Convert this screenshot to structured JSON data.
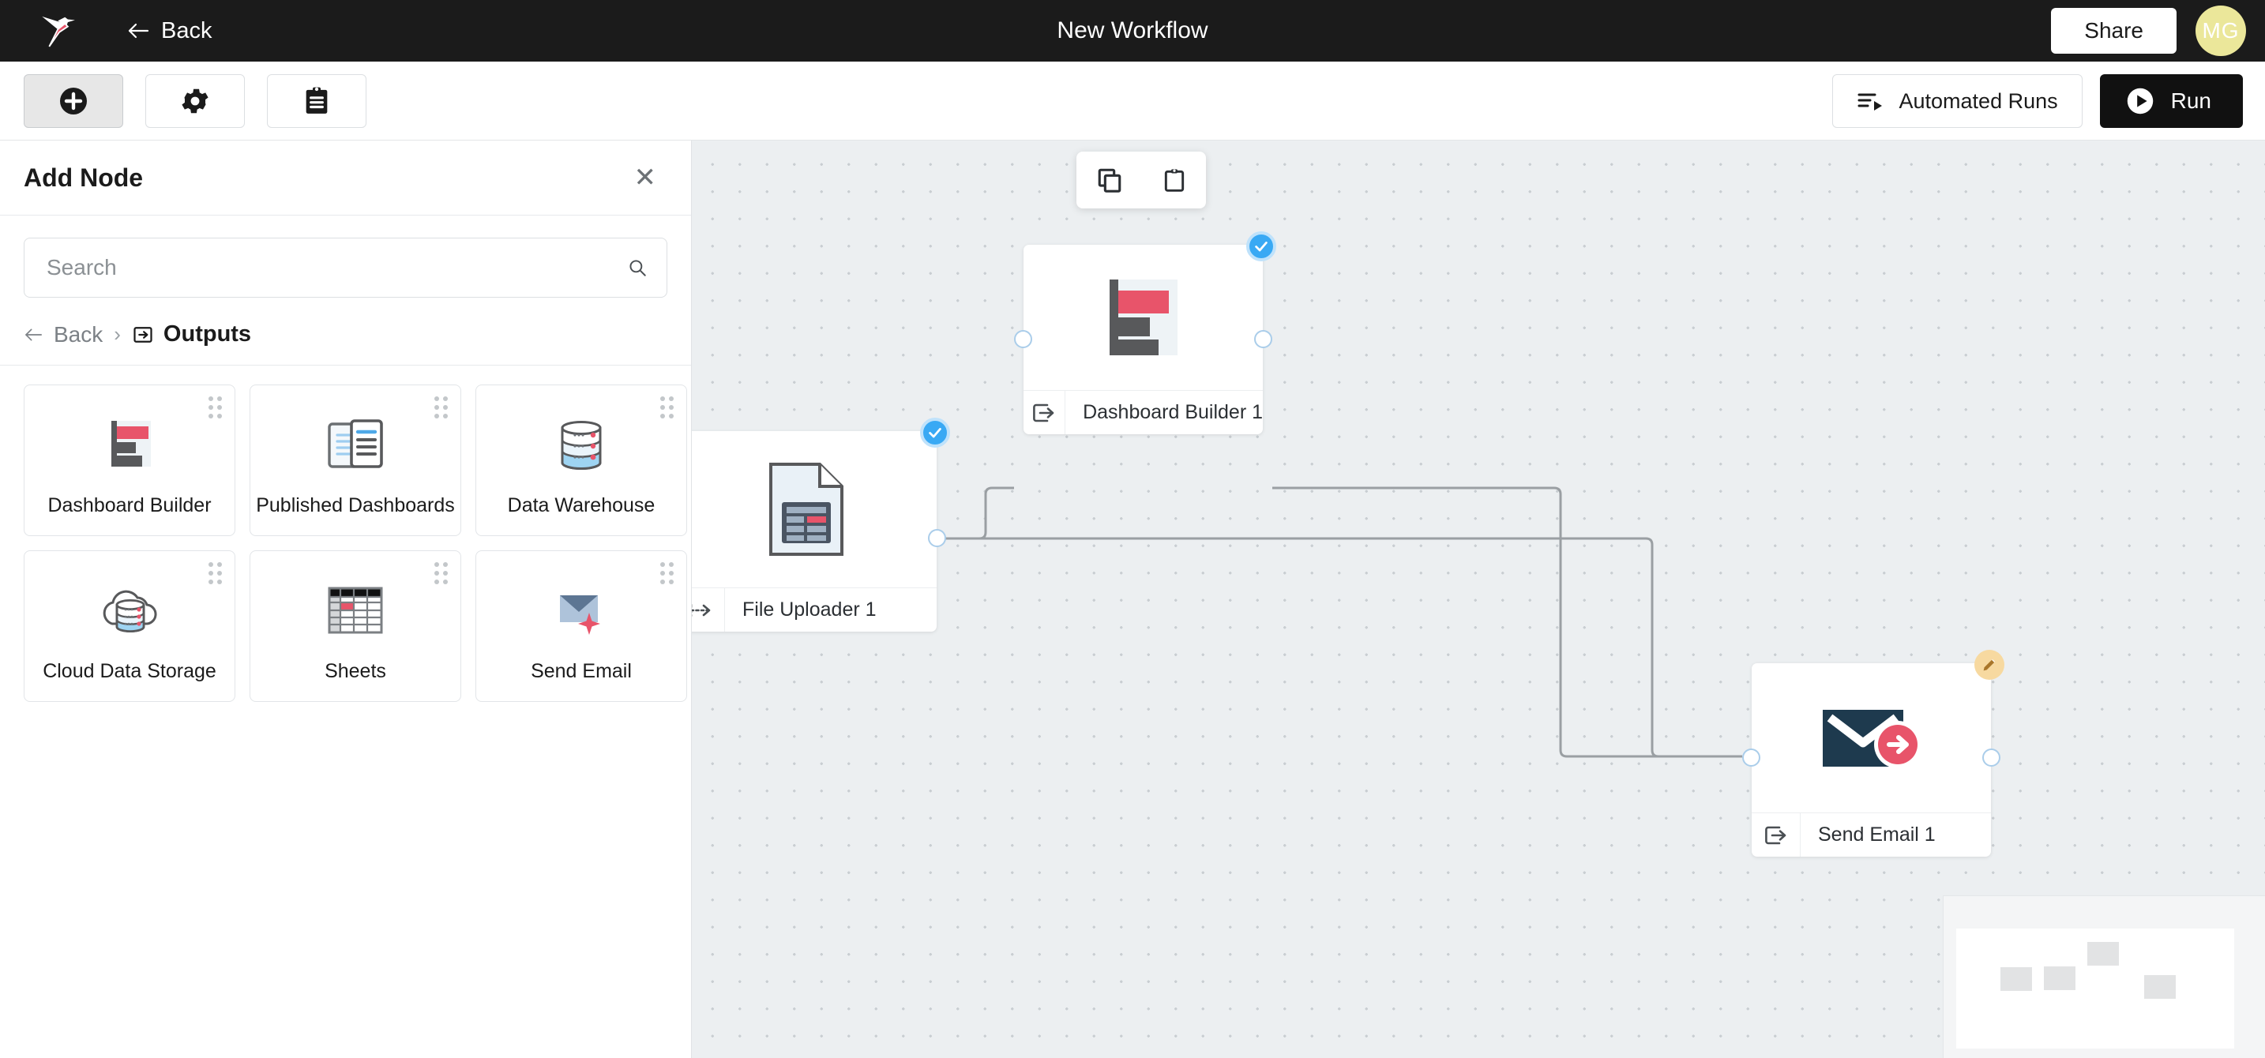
{
  "topbar": {
    "logo_icon": "hummingbird-logo",
    "back_label": "Back",
    "back_icon": "arrow-left-icon",
    "workflow_title": "New Workflow",
    "share_label": "Share",
    "avatar_initials": "MG",
    "avatar_color": "#ebe79a",
    "background": "#1b1b1b"
  },
  "toolbar": {
    "add_node_icon": "plus-circle-icon",
    "settings_icon": "gear-icon",
    "notes_icon": "clipboard-icon",
    "automated_runs_label": "Automated Runs",
    "automated_runs_icon": "list-play-icon",
    "run_label": "Run",
    "run_icon": "play-circle-icon"
  },
  "panel": {
    "title": "Add Node",
    "close_icon": "close-icon",
    "search": {
      "value": "",
      "placeholder": "Search",
      "icon": "search-icon"
    },
    "breadcrumb": {
      "back_label": "Back",
      "back_icon": "arrow-left-icon",
      "separator": "›",
      "category_icon": "outputs-icon",
      "current_label": "Outputs"
    },
    "cards": [
      {
        "label": "Dashboard Builder",
        "icon": "bar-chart-icon",
        "grip": "drag-handle-icon"
      },
      {
        "label": "Published Dashboards",
        "icon": "documents-stack-icon",
        "grip": "drag-handle-icon"
      },
      {
        "label": "Data Warehouse",
        "icon": "database-icon",
        "grip": "drag-handle-icon"
      },
      {
        "label": "Cloud Data Storage",
        "icon": "cloud-database-icon",
        "grip": "drag-handle-icon"
      },
      {
        "label": "Sheets",
        "icon": "spreadsheet-icon",
        "grip": "drag-handle-icon"
      },
      {
        "label": "Send Email",
        "icon": "envelope-sparkle-icon",
        "grip": "drag-handle-icon"
      }
    ]
  },
  "canvas": {
    "float_toolbar": {
      "copy_icon": "copy-icon",
      "paste_icon": "paste-clipboard-icon"
    },
    "nodes": [
      {
        "id": "file-uploader-1",
        "label": "File Uploader 1",
        "icon": "file-table-icon",
        "type_icon": "input-arrow-icon",
        "badge": "check",
        "badge_color": "#39a9f4"
      },
      {
        "id": "dashboard-builder-1",
        "label": "Dashboard Builder 1",
        "icon": "bar-chart-icon",
        "type_icon": "output-arrow-icon",
        "badge": "check",
        "badge_color": "#39a9f4"
      },
      {
        "id": "send-email-1",
        "label": "Send Email 1",
        "icon": "envelope-send-icon",
        "type_icon": "output-arrow-icon",
        "badge": "edit",
        "badge_color": "#f7d9a0"
      }
    ],
    "grid_dot_color": "#c9ced2",
    "background": "#eceff1",
    "edge_color": "#9a9fa3",
    "port_color": "#aacdea"
  },
  "minimap": {
    "name": "canvas-minimap",
    "nodes": 4
  }
}
